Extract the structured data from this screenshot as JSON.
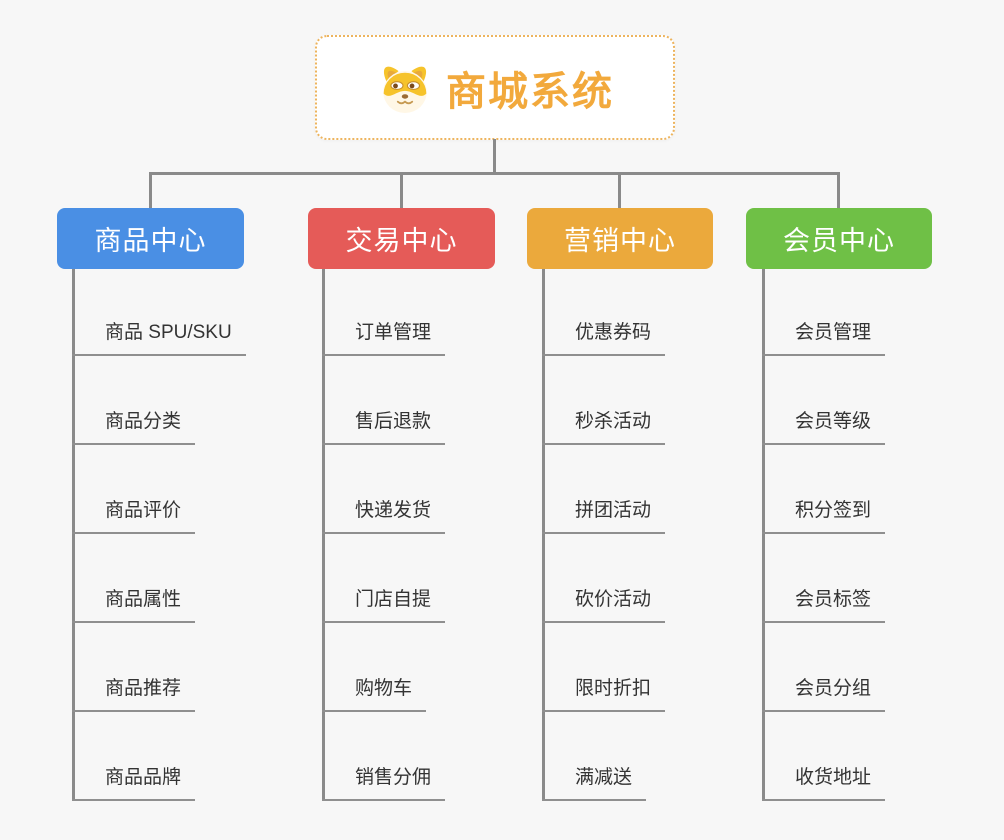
{
  "canvas": {
    "background": "#f7f7f7"
  },
  "root": {
    "title": "商城系统",
    "icon": "shiba-dog-icon",
    "accent_color": "#F2A93C",
    "border_color": "#EDB45E"
  },
  "connector_color": "#8A8A8A",
  "branches": [
    {
      "label": "商品中心",
      "color": "#4A8FE4",
      "children": [
        "商品 SPU/SKU",
        "商品分类",
        "商品评价",
        "商品属性",
        "商品推荐",
        "商品品牌"
      ]
    },
    {
      "label": "交易中心",
      "color": "#E55B58",
      "children": [
        "订单管理",
        "售后退款",
        "快递发货",
        "门店自提",
        "购物车",
        "销售分佣"
      ]
    },
    {
      "label": "营销中心",
      "color": "#EBA93C",
      "children": [
        "优惠券码",
        "秒杀活动",
        "拼团活动",
        "砍价活动",
        "限时折扣",
        "满减送"
      ]
    },
    {
      "label": "会员中心",
      "color": "#6FC046",
      "children": [
        "会员管理",
        "会员等级",
        "积分签到",
        "会员标签",
        "会员分组",
        "收货地址"
      ]
    }
  ]
}
